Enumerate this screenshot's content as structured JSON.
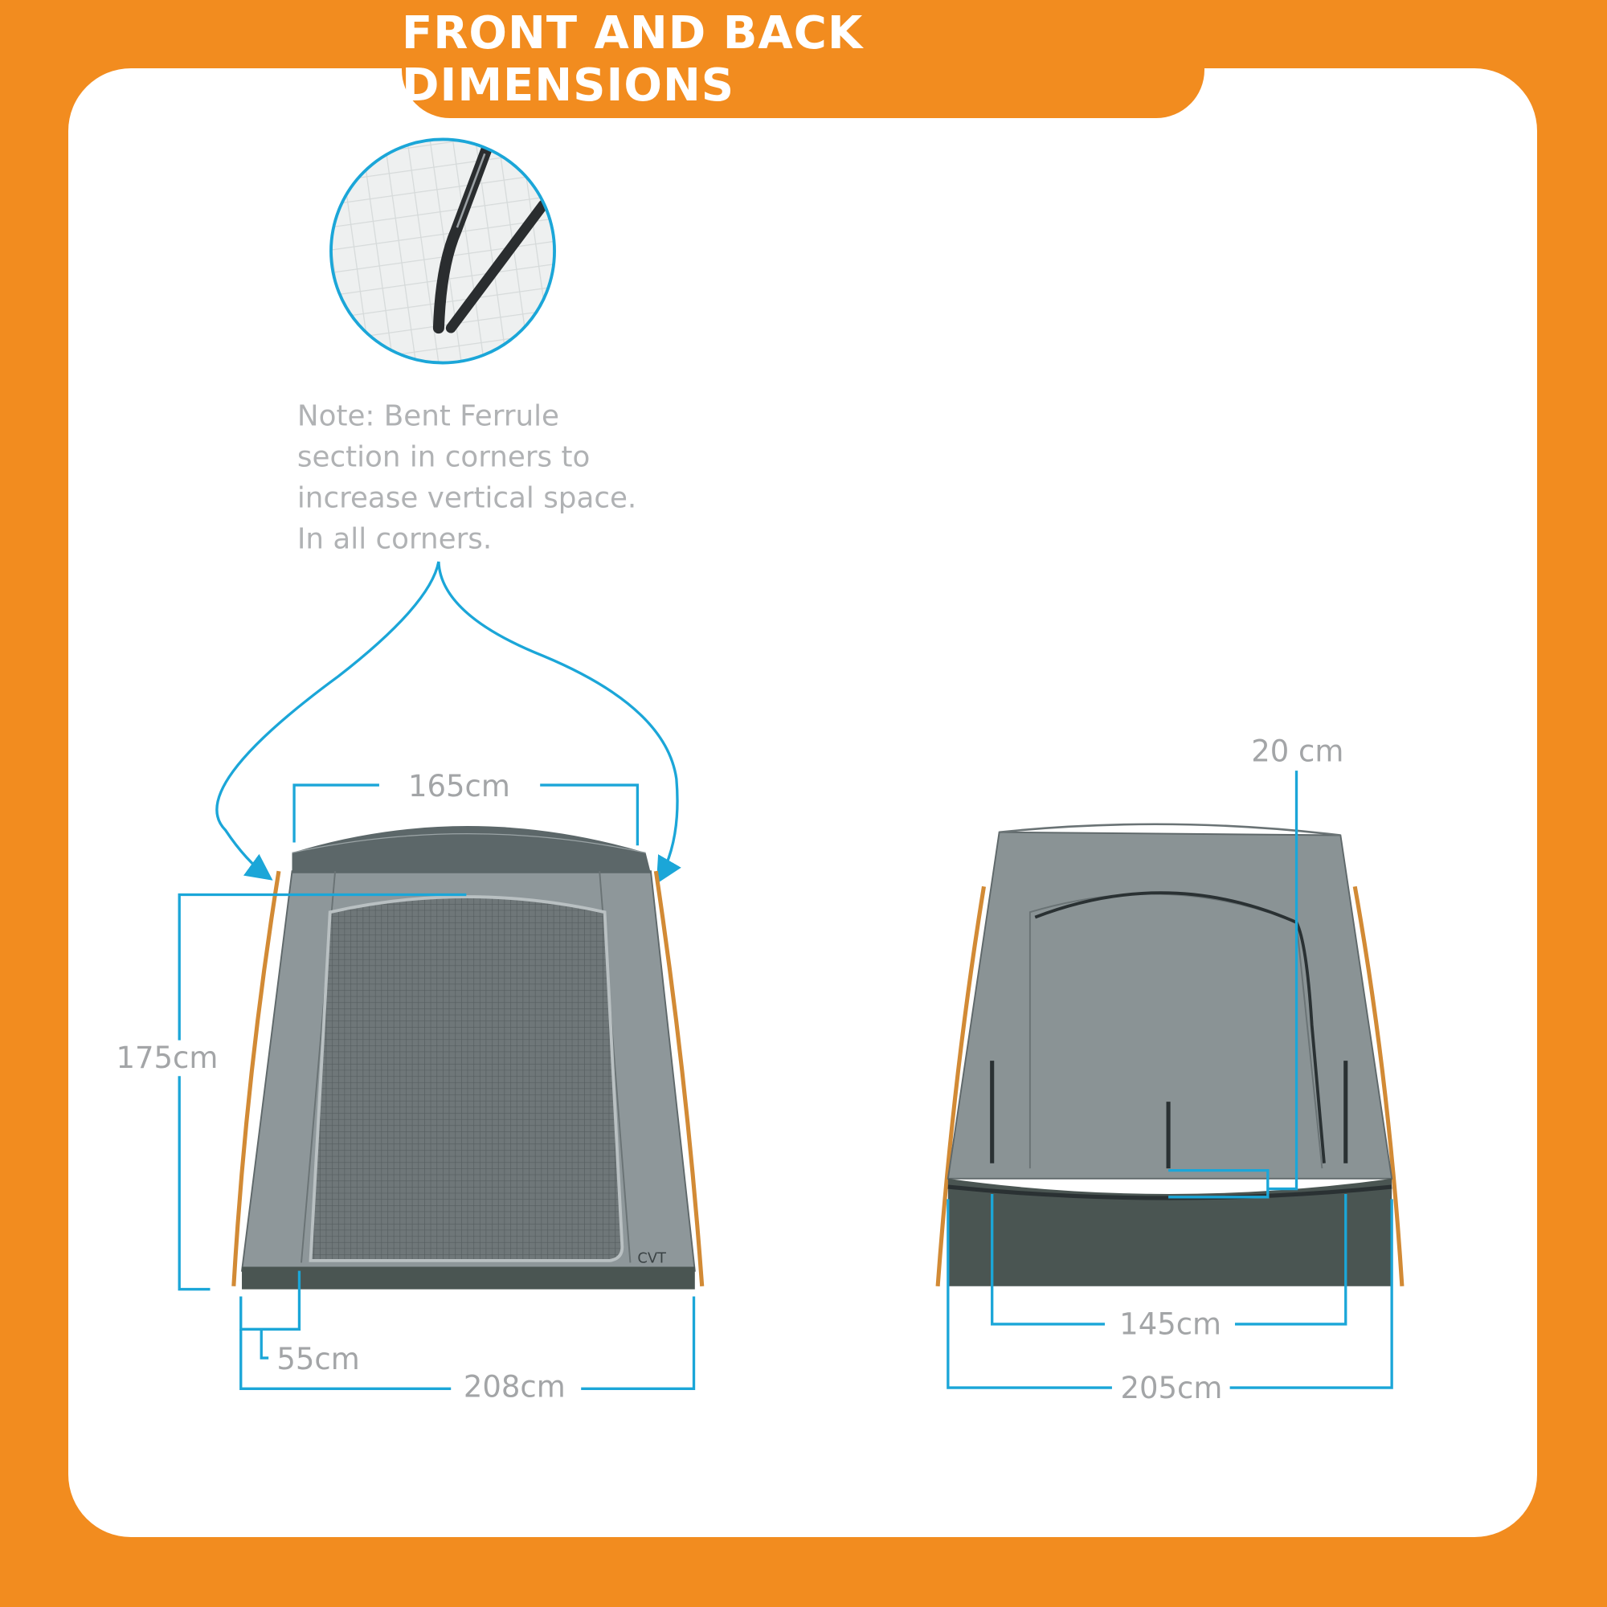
{
  "title": "FRONT AND BACK DIMENSIONS",
  "note": {
    "lines": [
      "Note: Bent Ferrule",
      "section in corners to",
      "increase vertical space.",
      "In all corners."
    ]
  },
  "front_view": {
    "width_top": "165cm",
    "height": "175cm",
    "depth_offset": "55cm",
    "width_base": "208cm"
  },
  "back_view": {
    "wall_height": "20 cm",
    "inner_width": "145cm",
    "width_base": "205cm"
  },
  "colors": {
    "accent": "#f28c1f",
    "dimension": "#1ba6d8",
    "tent": "#8a9395",
    "tent_dark": "#4a5552"
  }
}
